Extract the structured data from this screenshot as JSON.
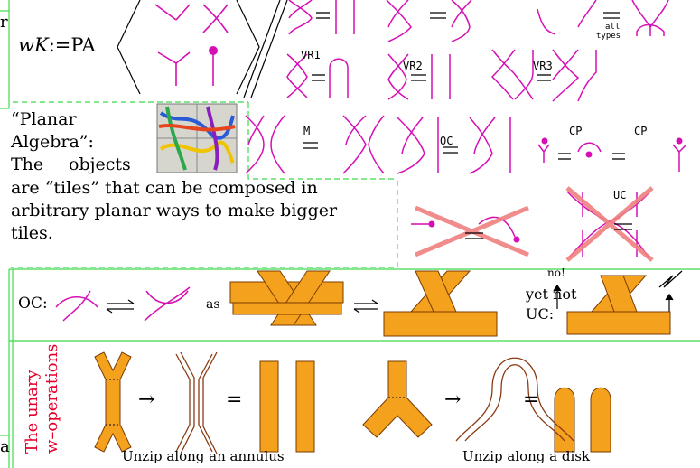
{
  "colors": {
    "knot": "#d60fb4",
    "ribbon": "#f4a21e",
    "ribbon_edge": "#7a3b00",
    "strand": "#8a3a12",
    "red_cross": "#f08080",
    "green_frame": "#3fdb4b",
    "vertical_label": "#e4002b"
  },
  "left_edge": {
    "top_char": "r",
    "bottom_char": "a"
  },
  "presentation": {
    "lhs_w": "w",
    "lhs_K": "K",
    "lhs_def": ":=PA"
  },
  "relations": {
    "all_types_top": "all",
    "all_types_bottom": "types",
    "vr1": "VR1",
    "vr2": "VR2",
    "vr3": "VR3",
    "m": "M",
    "oc": "OC",
    "cp_1": "CP",
    "cp_2": "CP",
    "uc": "UC"
  },
  "planar_algebra": {
    "line1": "“Planar",
    "line2": "Algebra”:",
    "line3_a": "The",
    "line3_b": "objects",
    "line4": "are “tiles” that can be composed in",
    "line5": "arbitrary planar ways to make bigger",
    "line6": "tiles."
  },
  "oc_row": {
    "label": "OC:",
    "as": "as",
    "no": "no!",
    "yet_not": "yet not",
    "uc": "UC:"
  },
  "unary": {
    "vertical_line1": "The unary",
    "vertical_line2": "w–operations",
    "caption_annulus": "Unzip along an annulus",
    "caption_disk": "Unzip along a disk",
    "arrow": "→",
    "equals": "="
  }
}
